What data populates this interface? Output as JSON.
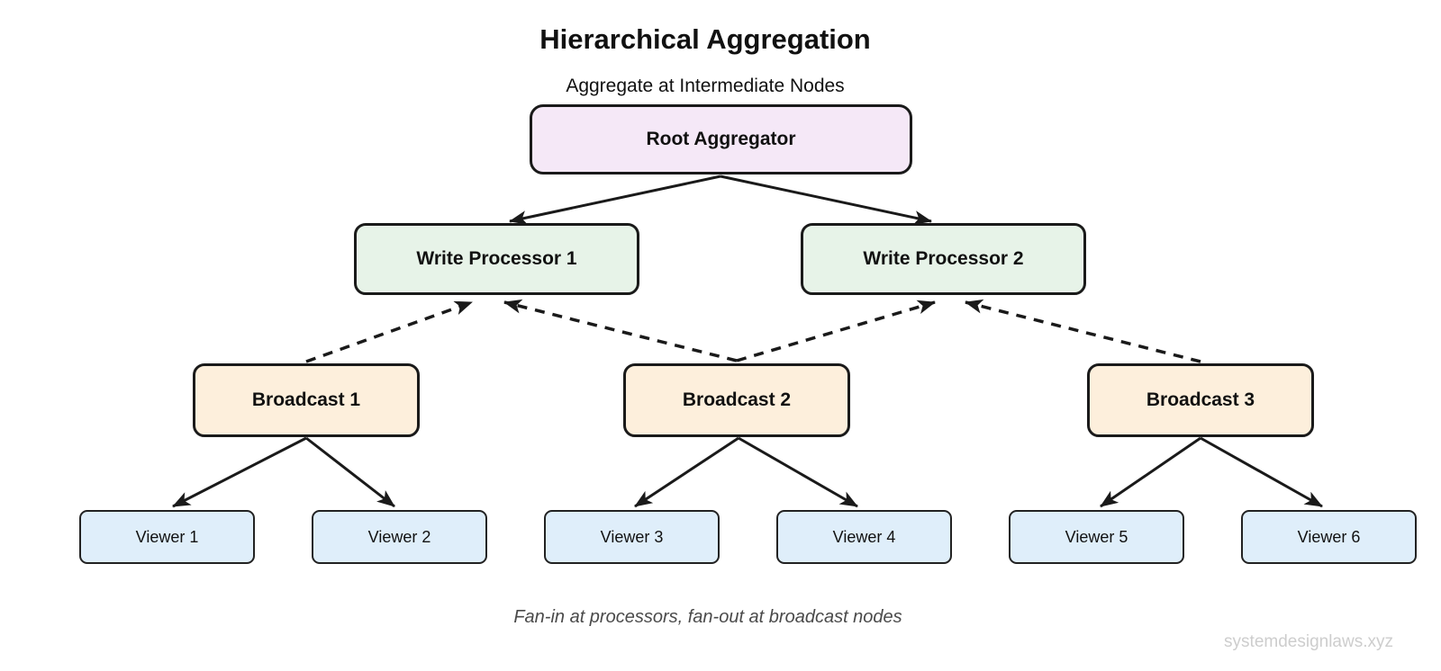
{
  "title": "Hierarchical Aggregation",
  "subtitle": "Aggregate at Intermediate Nodes",
  "caption": "Fan-in at processors, fan-out at broadcast nodes",
  "watermark": "systemdesignlaws.xyz",
  "colors": {
    "background": "#ffffff",
    "node_border": "#1a1a1a",
    "edge": "#1a1a1a",
    "root_fill": "#f5e8f7",
    "processor_fill": "#e7f3e8",
    "broadcast_fill": "#fdefdc",
    "viewer_fill": "#dfeefa",
    "caption_text": "#4a4a4a",
    "watermark_text": "#cdcdcd"
  },
  "nodes": {
    "root": {
      "label": "Root Aggregator"
    },
    "wp1": {
      "label": "Write Processor 1"
    },
    "wp2": {
      "label": "Write Processor 2"
    },
    "b1": {
      "label": "Broadcast 1"
    },
    "b2": {
      "label": "Broadcast 2"
    },
    "b3": {
      "label": "Broadcast 3"
    },
    "viewers": [
      {
        "label": "Viewer 1"
      },
      {
        "label": "Viewer 2"
      },
      {
        "label": "Viewer 3"
      },
      {
        "label": "Viewer 4"
      },
      {
        "label": "Viewer 5"
      },
      {
        "label": "Viewer 6"
      }
    ]
  },
  "edges": [
    {
      "from": "root-aggregator",
      "to": "write-processor-1",
      "style": "solid"
    },
    {
      "from": "root-aggregator",
      "to": "write-processor-2",
      "style": "solid"
    },
    {
      "from": "broadcast-1",
      "to": "write-processor-1",
      "style": "dashed"
    },
    {
      "from": "broadcast-2",
      "to": "write-processor-1",
      "style": "dashed"
    },
    {
      "from": "broadcast-2",
      "to": "write-processor-2",
      "style": "dashed"
    },
    {
      "from": "broadcast-3",
      "to": "write-processor-2",
      "style": "dashed"
    },
    {
      "from": "broadcast-1",
      "to": "viewer-1",
      "style": "solid"
    },
    {
      "from": "broadcast-1",
      "to": "viewer-2",
      "style": "solid"
    },
    {
      "from": "broadcast-2",
      "to": "viewer-3",
      "style": "solid"
    },
    {
      "from": "broadcast-2",
      "to": "viewer-4",
      "style": "solid"
    },
    {
      "from": "broadcast-3",
      "to": "viewer-5",
      "style": "solid"
    },
    {
      "from": "broadcast-3",
      "to": "viewer-6",
      "style": "solid"
    }
  ]
}
